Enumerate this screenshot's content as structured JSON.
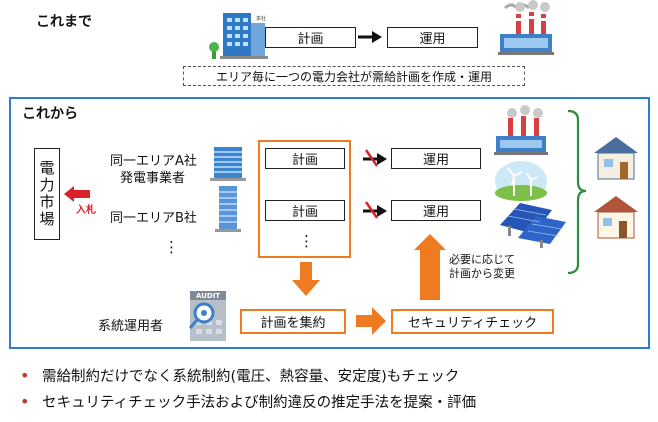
{
  "before": {
    "heading": "これまで",
    "plan": "計画",
    "operation": "運用",
    "note": "エリア毎に一つの電力会社が需給計画を作成・運用"
  },
  "after": {
    "heading": "これから",
    "market": "電力市場",
    "bid": "入札",
    "company_a": [
      "同一エリアA社",
      "発電事業者"
    ],
    "company_b": "同一エリアB社",
    "ellipsis": "⋮",
    "plan": "計画",
    "operation": "運用",
    "operator": "系統運用者",
    "aggregate": "計画を集約",
    "security": "セキュリティチェック",
    "change_note": [
      "必要に応じて",
      "計画から変更"
    ],
    "audit_label": "AUDIT",
    "building_sign": "本社"
  },
  "bullets": [
    "需給制約だけでなく系統制約(電圧、熱容量、安定度)もチェック",
    "セキュリティチェック手法および制約違反の推定手法を提案・評価"
  ],
  "colors": {
    "frame": "#2f7cd1",
    "orange": "#ee7a22",
    "red": "#d9232a",
    "green": "#2e8b3a"
  },
  "icons": [
    "office-building-icon",
    "power-plant-icon",
    "wind-turbine-icon",
    "solar-panel-icon",
    "house-icon",
    "audit-inspector-icon"
  ]
}
